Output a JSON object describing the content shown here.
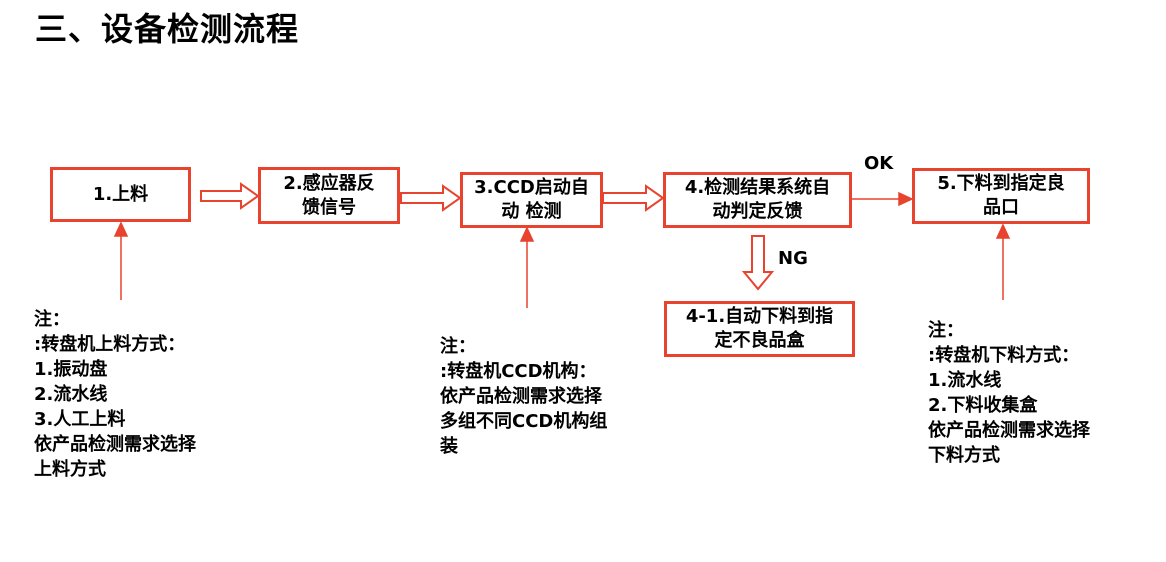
{
  "title": "三、设备检测流程",
  "steps": {
    "s1": "1.上料",
    "s2": [
      "2.感应器反",
      "馈信号"
    ],
    "s3": [
      "3.CCD启动自",
      "动 检测"
    ],
    "s4": [
      "4.检测结果系统自",
      "动判定反馈"
    ],
    "s5": [
      "5.下料到指定良",
      "品口"
    ],
    "s41": [
      "4-1.自动下料到指",
      "定不良品盒"
    ]
  },
  "labels": {
    "ok": "OK",
    "ng": "NG"
  },
  "notes": {
    "left": [
      "注：",
      ":转盘机上料方式：",
      "1.振动盘",
      "2.流水线",
      "3.人工上料",
      "依产品检测需求选择",
      "上料方式"
    ],
    "middle": [
      "注：",
      ":转盘机CCD机构：",
      "依产品检测需求选择",
      "多组不同CCD机构组",
      "装"
    ],
    "right": [
      "注：",
      ":转盘机下料方式：",
      "1.流水线",
      "2.下料收集盒",
      "依产品检测需求选择",
      "下料方式"
    ]
  },
  "colors": {
    "accent": "#e8432e"
  }
}
